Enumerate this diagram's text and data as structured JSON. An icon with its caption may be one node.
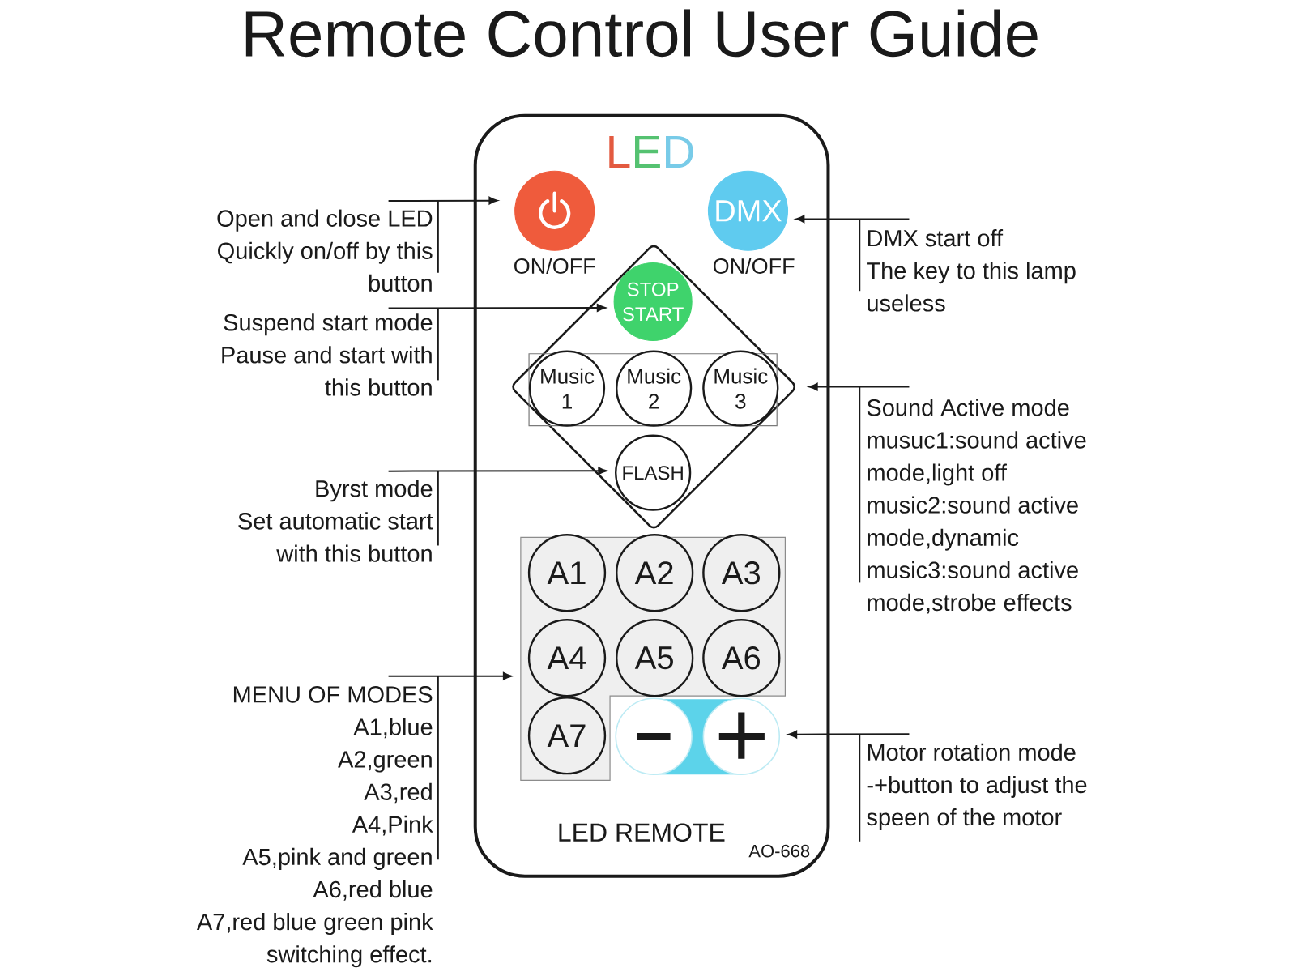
{
  "diagram": {
    "title": "Remote Control User Guide",
    "nodes": [
      {
        "text": [
          "LED",
          "LED REMOTE",
          "AO-668"
        ]
      },
      {
        "text": [],
        "shape": "circle",
        "in": 0,
        "beside": [
          "ON/OFF"
        ]
      },
      {
        "text": [
          "DMX"
        ],
        "in": 0,
        "beside": [
          "ON/OFF"
        ]
      },
      {
        "text": [],
        "shape": "diamond",
        "in": 0
      },
      {
        "text": [
          "STOP START"
        ],
        "in": 3
      },
      {
        "text": [
          "Music 1"
        ],
        "in": 3
      },
      {
        "text": [
          "Music 2"
        ],
        "in": 3
      },
      {
        "text": [
          "Music 3"
        ],
        "in": 3
      },
      {
        "text": [
          "FLASH"
        ],
        "in": 3
      },
      {
        "text": [],
        "shape": "box",
        "in": 0
      },
      {
        "text": [
          "A1"
        ],
        "in": 9
      },
      {
        "text": [
          "A2"
        ],
        "in": 9
      },
      {
        "text": [
          "A3"
        ],
        "in": 9
      },
      {
        "text": [
          "A4"
        ],
        "in": 9
      },
      {
        "text": [
          "A5"
        ],
        "in": 9
      },
      {
        "text": [
          "A6"
        ],
        "in": 9
      },
      {
        "text": [
          "A7"
        ],
        "in": 9
      },
      {
        "text": [],
        "shape": "circle",
        "in": 0
      },
      {
        "text": [],
        "shape": "circle",
        "in": 0
      },
      {
        "text": [
          "Open and close LED",
          "Quickly on/off by this button"
        ]
      },
      {
        "text": [
          "DMX start off",
          "The key to this lamp useless"
        ]
      },
      {
        "text": [
          "Suspend start mode",
          "Pause and start with this button"
        ]
      },
      {
        "text": [
          "Sound Active mode",
          "musuc1:sound active mode,light off",
          "music2:sound active mode,dynamic",
          "music3:sound active mode,strobe effects"
        ]
      },
      {
        "text": [
          "Byrst mode",
          "Set automatic start with this button"
        ]
      },
      {
        "text": [
          "MENU OF MODES",
          "A1,blue",
          "A2,green",
          "A3,red",
          "A4,Pink",
          "A5,pink and green",
          "A6,red blue",
          "A7,red blue green pink switching effect."
        ]
      },
      {
        "text": [
          "Motor rotation mode",
          "-+button to adjust the speen of the motor"
        ]
      }
    ],
    "edges": [
      {
        "from": 19,
        "to": 1,
        "arrow": "to"
      },
      {
        "from": 20,
        "to": 2,
        "arrow": "to"
      },
      {
        "from": 21,
        "to": 4,
        "arrow": "to"
      },
      {
        "from": 22,
        "to": 3,
        "arrow": "to"
      },
      {
        "from": 23,
        "to": 8,
        "arrow": "to"
      },
      {
        "from": 24,
        "to": 9,
        "arrow": "to"
      },
      {
        "from": 25,
        "to": 18,
        "arrow": "to"
      }
    ]
  }
}
